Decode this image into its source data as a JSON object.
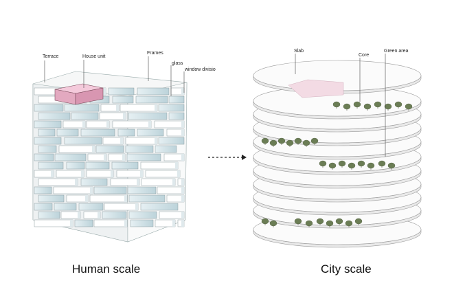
{
  "left_panel": {
    "caption": "Human scale",
    "labels": {
      "terrace": "Terrace",
      "house_unit": "House unit",
      "frames": "Frames",
      "glass": "glass",
      "window_divisions": "window divisio"
    }
  },
  "right_panel": {
    "caption": "City scale",
    "labels": {
      "slab": "Slab",
      "core": "Core",
      "green_area": "Green area"
    }
  },
  "colors": {
    "highlight_unit": "#e8b7cc",
    "highlight_slab": "#f3dbe4",
    "tree": "#6b7d55",
    "glass": "#cfe1e6",
    "line": "#555555"
  }
}
